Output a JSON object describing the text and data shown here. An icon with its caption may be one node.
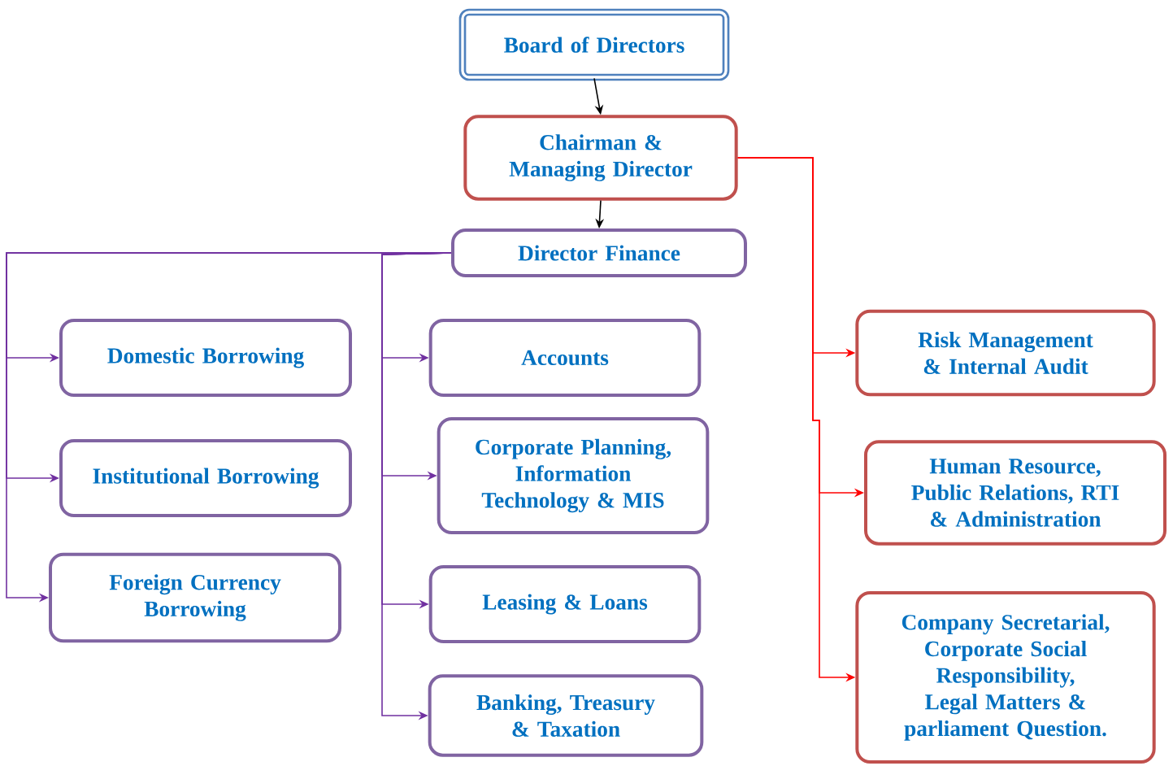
{
  "diagram": {
    "nodes": [
      {
        "text": [
          "Board of Directors"
        ]
      },
      {
        "text": [
          "Chairman & Managing Director"
        ]
      },
      {
        "text": [
          "Director Finance"
        ]
      },
      {
        "text": [
          "Domestic Borrowing"
        ]
      },
      {
        "text": [
          "Institutional Borrowing"
        ]
      },
      {
        "text": [
          "Foreign Currency Borrowing"
        ]
      },
      {
        "text": [
          "Accounts"
        ]
      },
      {
        "text": [
          "Corporate Planning, Information Technology & MIS"
        ]
      },
      {
        "text": [
          "Leasing & Loans"
        ]
      },
      {
        "text": [
          "Banking, Treasury & Taxation"
        ]
      },
      {
        "text": [
          "Risk Management & Internal Audit"
        ]
      },
      {
        "text": [
          "Human Resource, Public Relations, RTI & Administration"
        ]
      },
      {
        "text": [
          "Company Secretarial, Corporate Social Responsibility, Legal Matters & parliament Question."
        ]
      }
    ],
    "edges": [
      {
        "from": 0,
        "to": 1,
        "arrow": "to",
        "color": "#000000"
      },
      {
        "from": 1,
        "to": 2,
        "arrow": "to",
        "color": "#000000"
      },
      {
        "from": 2,
        "to": 3,
        "arrow": "to"
      },
      {
        "from": 2,
        "to": 4,
        "arrow": "to"
      },
      {
        "from": 2,
        "to": 5,
        "arrow": "to"
      },
      {
        "from": 2,
        "to": 6,
        "arrow": "to"
      },
      {
        "from": 2,
        "to": 7,
        "arrow": "to"
      },
      {
        "from": 2,
        "to": 8,
        "arrow": "to"
      },
      {
        "from": 2,
        "to": 9,
        "arrow": "to"
      },
      {
        "from": 1,
        "to": 10,
        "arrow": "to",
        "color": "#ff0000"
      },
      {
        "from": 1,
        "to": 11,
        "arrow": "to",
        "color": "#ff0000"
      },
      {
        "from": 1,
        "to": 12,
        "arrow": "to",
        "color": "#ff0000"
      }
    ]
  }
}
